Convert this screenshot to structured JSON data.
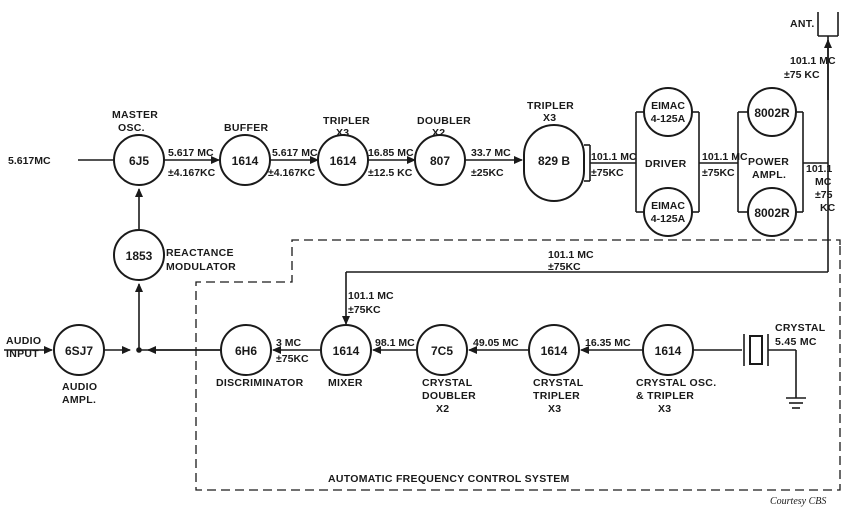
{
  "stages": {
    "master_osc": {
      "label": "MASTER OSC.",
      "tube": "6J5",
      "input_freq": "5.617MC"
    },
    "buffer": {
      "label": "BUFFER",
      "tube": "1614"
    },
    "tripler1": {
      "label": "TRIPLER X3",
      "tube": "1614"
    },
    "doubler": {
      "label": "DOUBLER X2",
      "tube": "807"
    },
    "tripler2": {
      "label": "TRIPLER X3",
      "tube": "829 B"
    },
    "driver": {
      "label": "DRIVER",
      "tube_top": "EIMAC 4-125A",
      "tube_bottom": "EIMAC 4-125A"
    },
    "power_ampl": {
      "label": "POWER AMPL.",
      "tube_top": "8002R",
      "tube_bottom": "8002R"
    },
    "antenna": {
      "label": "ANT."
    },
    "reactance_mod": {
      "label": "REACTANCE MODULATOR",
      "tube": "1853"
    },
    "audio_ampl": {
      "label": "AUDIO AMPL.",
      "tube": "6SJ7",
      "input": "AUDIO INPUT"
    },
    "discriminator": {
      "label": "DISCRIMINATOR",
      "tube": "6H6"
    },
    "mixer": {
      "label": "MIXER",
      "tube": "1614"
    },
    "crystal_doubler": {
      "label": "CRYSTAL DOUBLER X2",
      "tube": "7C5"
    },
    "crystal_tripler": {
      "label": "CRYSTAL TRIPLER X3",
      "tube": "1614"
    },
    "crystal_osc": {
      "label": "CRYSTAL OSC. & TRIPLER X3",
      "tube": "1614"
    },
    "crystal": {
      "label": "CRYSTAL",
      "freq": "5.45 MC"
    }
  },
  "signals": {
    "mo_out": {
      "freq": "5.617 MC",
      "dev": "±4.167KC"
    },
    "buf_out": {
      "freq": "5.617 MC",
      "dev": "±4.167KC"
    },
    "trip1_out": {
      "freq": "16.85 MC",
      "dev": "±12.5 KC"
    },
    "dbl_out": {
      "freq": "33.7 MC",
      "dev": "±25KC"
    },
    "trip2_out": {
      "freq": "101.1 MC",
      "dev": "±75KC"
    },
    "drv_out": {
      "freq": "101.1 MC",
      "dev": "±75KC"
    },
    "pa_out": {
      "freq": "101.1 MC",
      "dev": "±75 KC"
    },
    "ant_feed": {
      "freq": "101.1 MC",
      "dev": "±75 KC"
    },
    "sample": {
      "freq": "101.1 MC",
      "dev": "±75KC"
    },
    "mixer_in": {
      "freq": "101.1 MC",
      "dev": "±75KC"
    },
    "mixer_out": {
      "freq": "3 MC",
      "dev": "±75KC"
    },
    "cdbl_out": {
      "freq": "98.1 MC"
    },
    "ctrip_out": {
      "freq": "49.05 MC"
    },
    "cosc_out": {
      "freq": "16.35 MC"
    }
  },
  "afc_label": "AUTOMATIC  FREQUENCY  CONTROL  SYSTEM",
  "credit": "Courtesy CBS"
}
